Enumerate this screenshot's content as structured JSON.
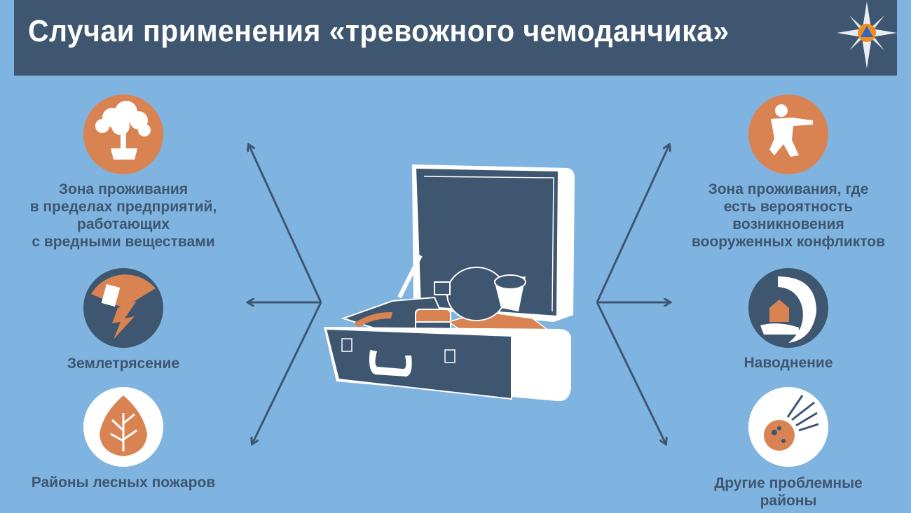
{
  "header": {
    "title": "Случаи применения «тревожного чемоданчика»",
    "logo": "emercom-star-logo"
  },
  "colors": {
    "background": "#80b4e0",
    "dark": "#3e566f",
    "orange": "#d98352",
    "white": "#ffffff"
  },
  "center": {
    "icon": "alarm-suitcase"
  },
  "left": [
    {
      "icon": "chemical-explosion-icon",
      "lines": [
        "Зона проживания",
        "в пределах предприятий,",
        "работающих",
        "с вредными веществами"
      ]
    },
    {
      "icon": "earthquake-icon",
      "lines": [
        "Землетрясение"
      ]
    },
    {
      "icon": "forest-fire-icon",
      "lines": [
        "Районы лесных пожаров"
      ]
    }
  ],
  "right": [
    {
      "icon": "soldier-icon",
      "lines": [
        "Зона проживания, где",
        "есть вероятность",
        "возникновения",
        "вооруженных конфликтов"
      ]
    },
    {
      "icon": "flood-icon",
      "lines": [
        "Наводнение"
      ]
    },
    {
      "icon": "meteorite-icon",
      "lines": [
        "Другие проблемные",
        "районы"
      ]
    }
  ]
}
